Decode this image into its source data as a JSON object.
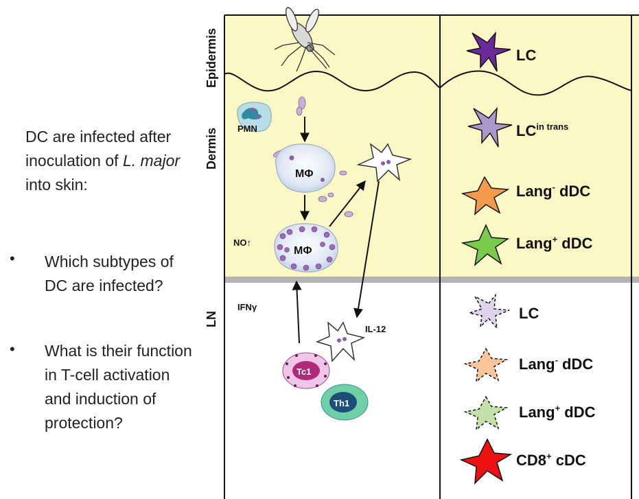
{
  "text": {
    "intro_prefix": "DC are infected after inoculation of ",
    "intro_italic": "L. major",
    "intro_suffix": " into skin:",
    "bullet_symbol": "•",
    "bullets": [
      "Which subtypes of DC are infected?",
      "What is their function in T-cell activation and induction of protection?"
    ]
  },
  "regions": {
    "epidermis": "Epidermis",
    "dermis": "Dermis",
    "ln": "LN"
  },
  "diagram_labels": {
    "pmn": "PMN",
    "macrophage": "MΦ",
    "no": "NO↑",
    "ifn": "IFNγ",
    "il12": "IL-12",
    "tc1": "Tc1",
    "th1": "Th1"
  },
  "legend_top": {
    "lc": "LC",
    "lc_in_trans_base": "LC",
    "lc_in_trans_sup": "in trans",
    "lang_minus_base": "Lang",
    "lang_minus_sup": "-",
    "lang_minus_rest": " dDC",
    "lang_plus_base": "Lang",
    "lang_plus_sup": "+",
    "lang_plus_rest": " dDC"
  },
  "legend_bottom": {
    "lc": "LC",
    "lang_minus_base": "Lang",
    "lang_minus_sup": "-",
    "lang_minus_rest": " dDC",
    "lang_plus_base": "Lang",
    "lang_plus_sup": "+",
    "lang_plus_rest": " dDC",
    "cd8_base": "CD8",
    "cd8_sup": "+",
    "cd8_rest": " cDC"
  },
  "colors": {
    "skin_bg": "#fbf8c6",
    "ln_bg": "#ffffff",
    "divider": "#b3b3b3",
    "lc": "#6a2a9a",
    "lc_in_trans": "#a898cc",
    "lang_minus": "#f39a4c",
    "lang_plus": "#7acb4a",
    "cd8": "#ee1111",
    "tc1": "#b02a7a",
    "th1": "#1c4e78"
  }
}
